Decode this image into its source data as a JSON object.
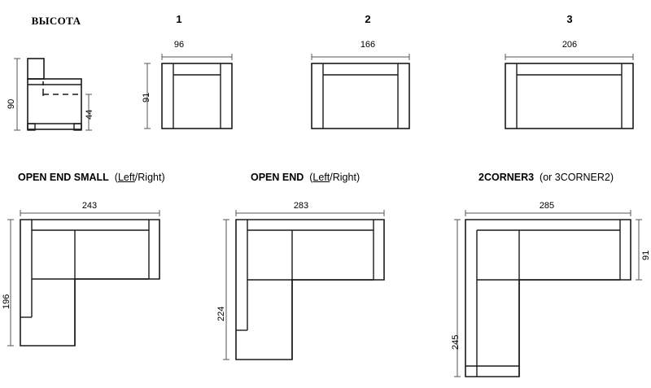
{
  "sheet": {
    "title": "ВЫСОТА",
    "background": "#ffffff",
    "line_color": "#1a1a1a",
    "dim_color": "#555555"
  },
  "side_view": {
    "name": "side-elevation",
    "height_total": "90",
    "height_seat": "44"
  },
  "top_row": [
    {
      "index_label": "1",
      "width": "96",
      "depth": "91"
    },
    {
      "index_label": "2",
      "width": "166",
      "depth": "91"
    },
    {
      "index_label": "3",
      "width": "206",
      "depth": "91"
    }
  ],
  "bottom_row": [
    {
      "name_bold": "OPEN END SMALL",
      "name_suffix_open": "(",
      "name_suffix_underlined": "Left",
      "name_suffix_mid": "/Right",
      "name_suffix_close": ")",
      "width": "243",
      "depth": "196"
    },
    {
      "name_bold": "OPEN END",
      "name_suffix_open": "(",
      "name_suffix_underlined": "Left",
      "name_suffix_mid": "/Right",
      "name_suffix_close": ")",
      "width": "283",
      "depth": "224"
    },
    {
      "name_bold": "2CORNER3",
      "name_suffix_open": "(or 3CORNER2",
      "name_suffix_underlined": "",
      "name_suffix_mid": "",
      "name_suffix_close": ")",
      "width": "285",
      "depth": "245",
      "arm_depth": "91"
    }
  ]
}
